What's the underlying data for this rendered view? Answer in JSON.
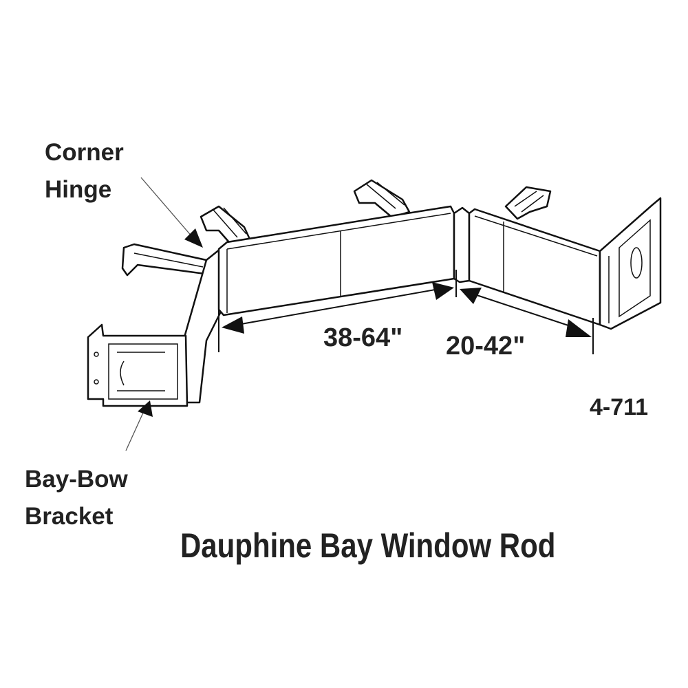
{
  "labels": {
    "corner_hinge": [
      "Corner",
      "Hinge"
    ],
    "bay_bow_bracket": [
      "Bay-Bow",
      "Bracket"
    ],
    "dimension_long": "38-64\"",
    "dimension_short": "20-42\"",
    "part_number": "4-711",
    "title": "Dauphine Bay Window Rod"
  }
}
